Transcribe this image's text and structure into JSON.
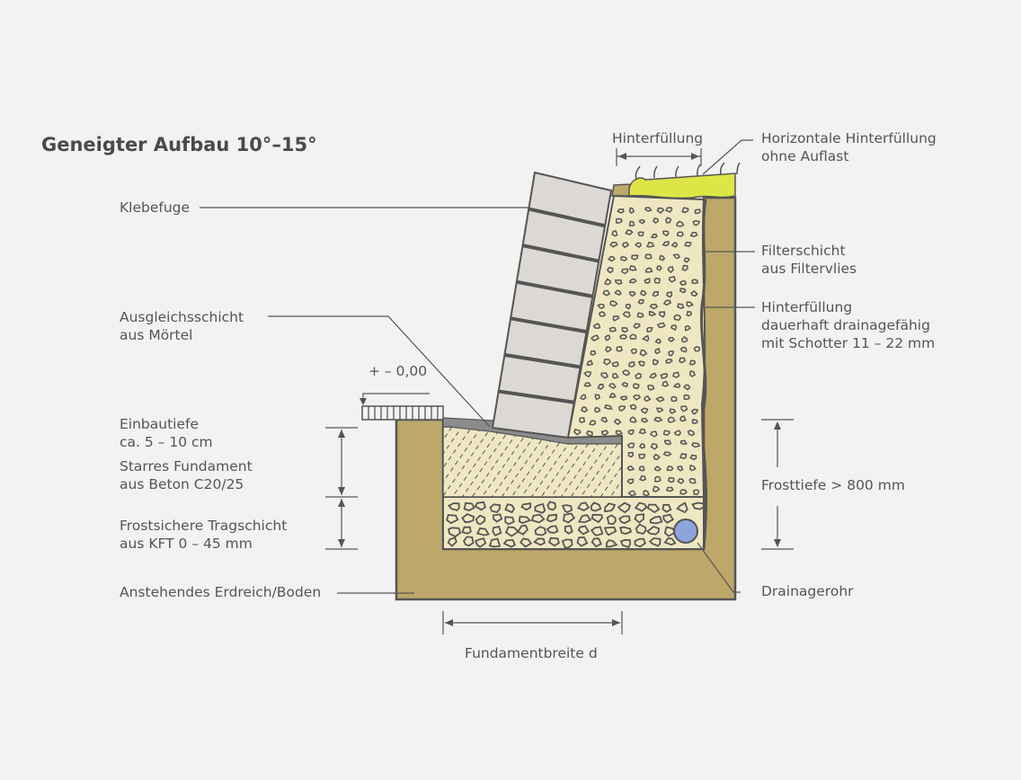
{
  "title": "Geneigter Aufbau 10°–15°",
  "labels": {
    "klebefuge": "Klebefuge",
    "ausgleich_1": "Ausgleichsschicht",
    "ausgleich_2": "aus Mörtel",
    "niveau": "+ – 0,00",
    "einbau_1": "Einbautiefe",
    "einbau_2": "ca. 5 – 10 cm",
    "fundament_1": "Starres Fundament",
    "fundament_2": "aus Beton C20/25",
    "trag_1": "Frostsichere Tragschicht",
    "trag_2": "aus KFT 0 – 45 mm",
    "erdreich": "Anstehendes Erdreich/Boden",
    "hinterfuellung_top": "Hinterfüllung",
    "horiz_1": "Horizontale Hinterfüllung",
    "horiz_2": "ohne Auflast",
    "filter_1": "Filterschicht",
    "filter_2": "aus Filtervlies",
    "hinter_1": "Hinterfüllung",
    "hinter_2": "dauerhaft drainagefähig",
    "hinter_3": "mit Schotter 11 – 22 mm",
    "frost": "Frosttiefe > 800 mm",
    "drain": "Drainagerohr",
    "breite": "Fundamentbreite d"
  },
  "colors": {
    "soil": "#bda86a",
    "gravel": "#efe7c2",
    "block": "#dcd8d3",
    "mortar": "#8c8c8c",
    "topsoil": "#dde646",
    "pipe": "#8fa3dc",
    "line": "#555555"
  }
}
